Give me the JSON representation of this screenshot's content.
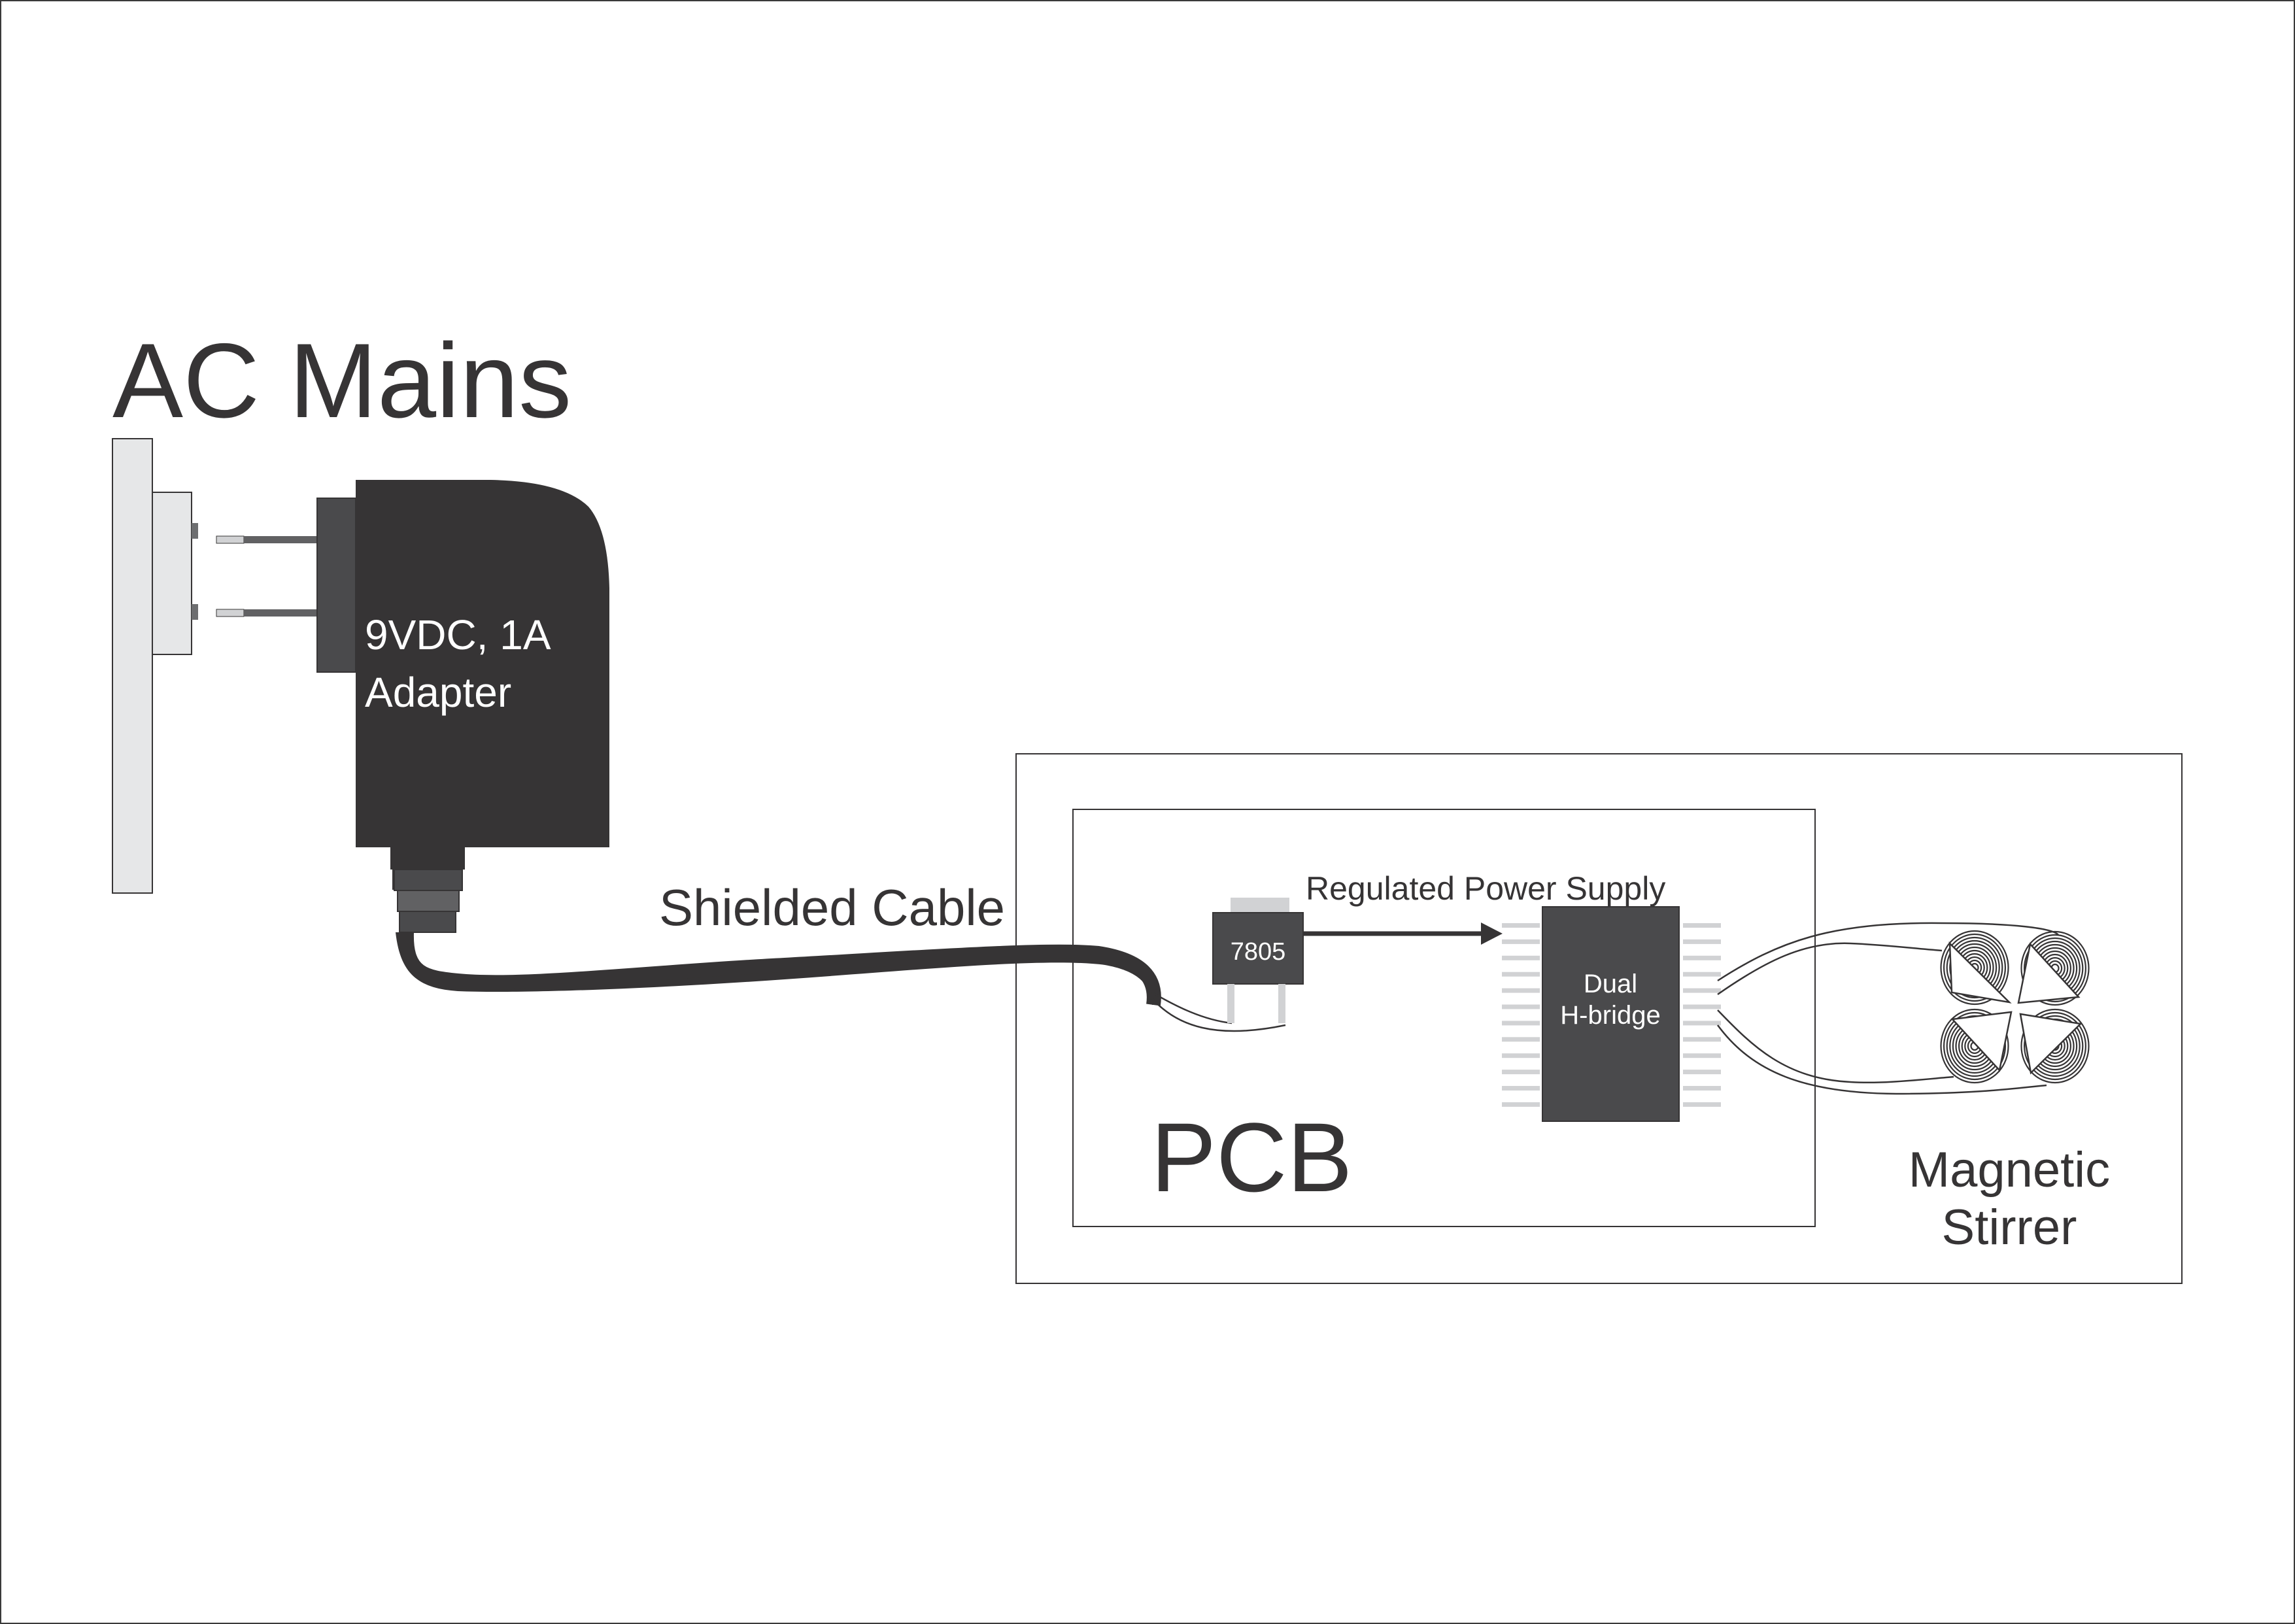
{
  "diagram": {
    "title": "AC Mains",
    "adapter": {
      "line1": "9VDC, 1A",
      "line2": "Adapter"
    },
    "cable_label": "Shielded Cable",
    "pcb_label": "PCB",
    "regulator_label": "7805",
    "supply_label": "Regulated Power Supply",
    "hbridge": {
      "line1": "Dual",
      "line2": "H-bridge",
      "pins_per_side": 12
    },
    "stirrer": {
      "line1": "Magnetic",
      "line2": "Stirrer",
      "coil_count": 4
    },
    "colors": {
      "ink": "#363435",
      "chip": "#4a4a4c",
      "pin": "#d1d2d4",
      "wall": "#e6e7e8",
      "plug_dark": "#4a4a4c",
      "prong": "#616163",
      "prong_tip": "#d1d2d4",
      "ring": "#616163"
    }
  }
}
